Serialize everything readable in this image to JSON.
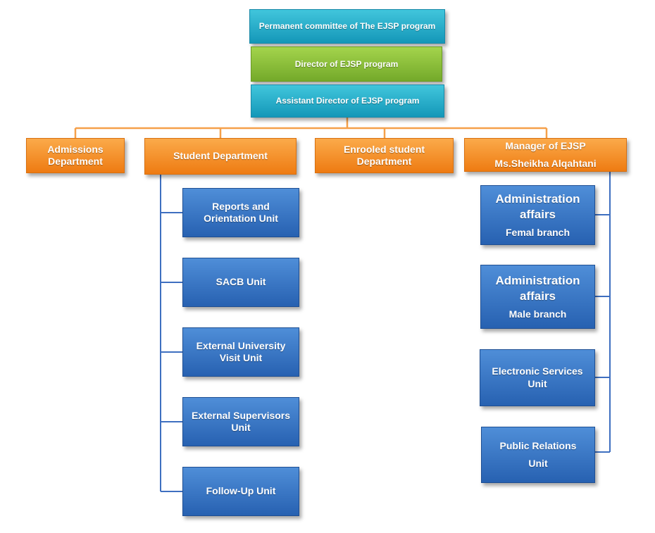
{
  "top": {
    "committee": "Permanent committee of The EJSP program",
    "director": "Director of EJSP program",
    "assistant": "Assistant Director of EJSP program"
  },
  "departments": {
    "admissions": [
      "Admissions",
      "Department"
    ],
    "student": "Student Department",
    "enrolled": [
      "Enrooled student",
      "Department"
    ],
    "manager": [
      "Manager of EJSP",
      "Ms.Sheikha Alqahtani"
    ]
  },
  "student_units": {
    "reports": [
      "Reports and",
      "Orientation Unit"
    ],
    "sacb": "SACB Unit",
    "visit": [
      "External University",
      "Visit Unit"
    ],
    "supervisors": [
      "External Supervisors",
      "Unit"
    ],
    "followup": "Follow-Up Unit"
  },
  "manager_units": {
    "admin_female": {
      "title": [
        "Administration",
        "affairs"
      ],
      "sub": "Femal branch"
    },
    "admin_male": {
      "title": [
        "Administration",
        "affairs"
      ],
      "sub": "Male branch"
    },
    "electronic": [
      "Electronic Services",
      "Unit"
    ],
    "public_relations": [
      "Public Relations",
      "Unit"
    ]
  },
  "colors": {
    "teal": "#1ea9c8",
    "green": "#8cc03a",
    "orange": "#f68b1f",
    "blue": "#3a75c4",
    "orange_line": "#f5a04a",
    "blue_line": "#3e6fc0"
  }
}
